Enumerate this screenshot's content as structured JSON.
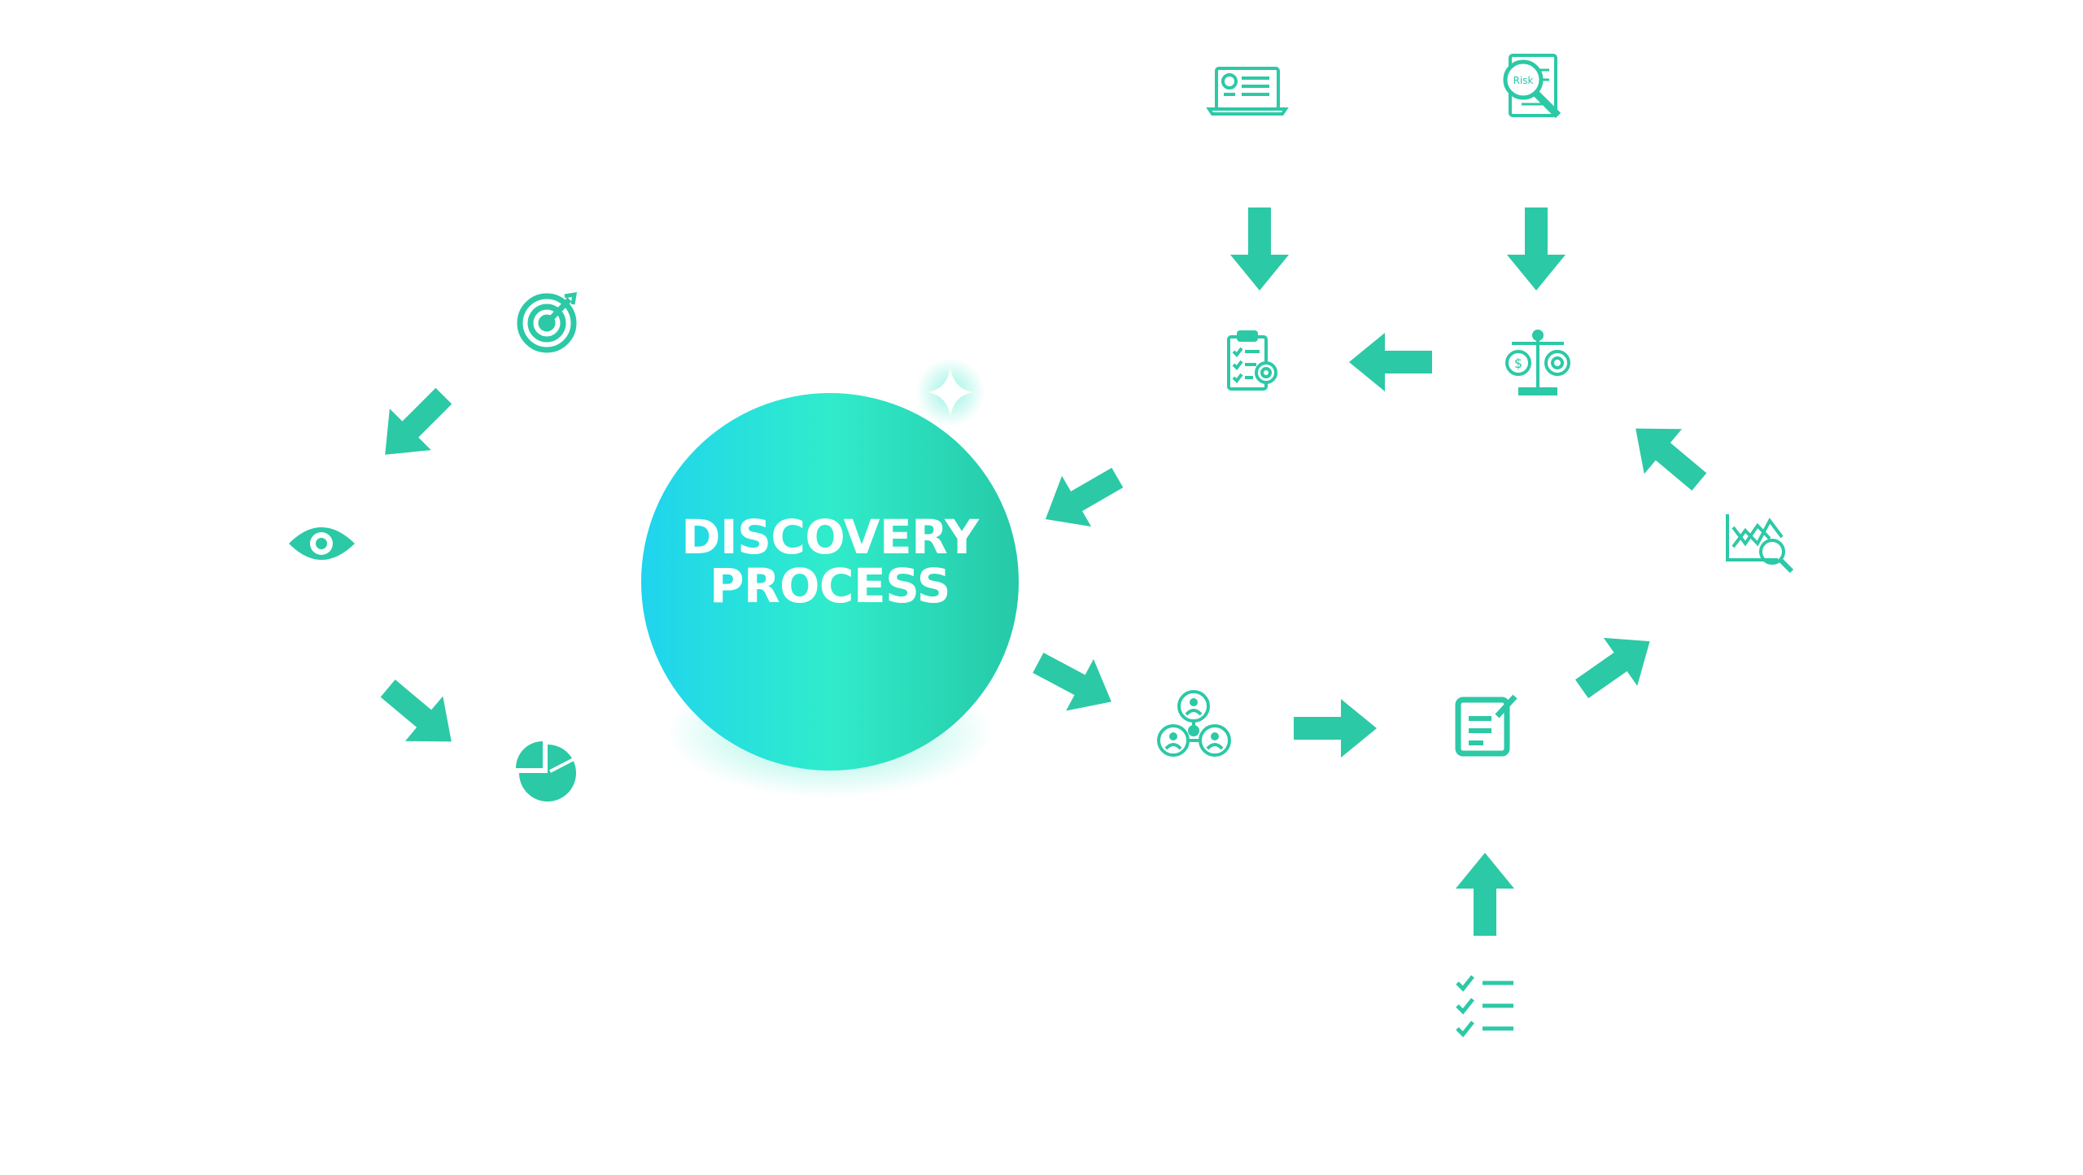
{
  "center": {
    "line1": "DISCOVERY",
    "line2": "PROCESS"
  },
  "icons": {
    "target": "target-icon",
    "eye": "eye-icon",
    "pie": "pie-chart-icon",
    "network": "team-network-icon",
    "document": "edit-document-icon",
    "checklist": "checklist-icon",
    "analytics": "analytics-search-icon",
    "scale": "finance-balance-icon",
    "clipboard": "clipboard-settings-icon",
    "laptop": "laptop-profile-icon",
    "risk": "risk-analysis-icon",
    "risk_label": "Risk"
  },
  "colors": {
    "accent": "#2cc9a6",
    "sphere_start": "#22d3ee",
    "sphere_mid": "#2ee8c6",
    "sphere_end": "#26cfa6"
  }
}
